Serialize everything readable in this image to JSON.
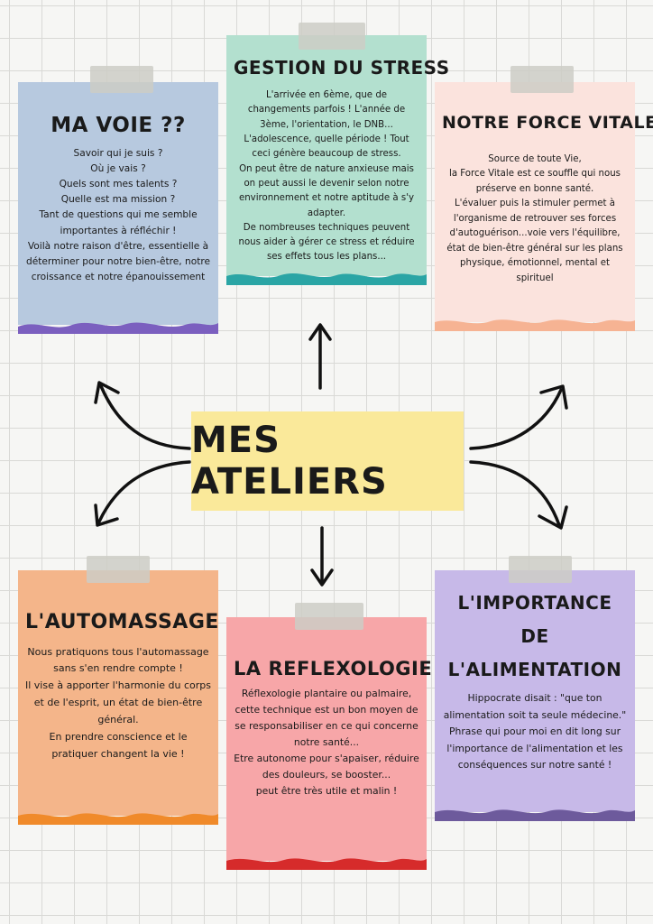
{
  "center": {
    "title": "MES ATELIERS"
  },
  "cards": [
    {
      "id": "ma-voie",
      "title": "MA VOIE ??",
      "body": "Savoir qui je suis ?\nOù je vais ?\nQuels sont mes talents ?\nQuelle est ma mission ?\nTant de questions qui me semble importantes à réfléchir !\nVoilà notre raison d'être, essentielle à déterminer pour notre bien-être, notre croissance et notre épanouissement",
      "color": "#b7c9df",
      "wave_color": "#7b5fbf"
    },
    {
      "id": "gestion-du-stress",
      "title": "GESTION DU STRESS",
      "body": "L'arrivée en 6ème, que de changements parfois ! L'année de 3ème, l'orientation, le DNB... L'adolescence, quelle période ! Tout ceci génère beaucoup de stress.\nOn peut être de nature anxieuse mais on peut aussi le devenir selon notre environnement et notre aptitude à s'y adapter.\nDe nombreuses techniques peuvent nous aider à gérer ce stress et réduire ses effets tous les plans...",
      "color": "#b3e0cf",
      "wave_color": "#2aa5a5"
    },
    {
      "id": "notre-force-vitale",
      "title": "NOTRE FORCE VITALE",
      "body": "Source de toute Vie,\nla Force Vitale est ce souffle qui nous préserve en bonne santé.\nL'évaluer puis la stimuler permet à l'organisme de retrouver ses forces d'autoguérison...voie vers l'équilibre, état de bien-être général sur les plans physique, émotionnel, mental et spirituel",
      "color": "#fbe3dd",
      "wave_color": "#f6b393"
    },
    {
      "id": "l-automassage",
      "title": "L'AUTOMASSAGE",
      "body": "Nous pratiquons tous l'automassage sans s'en rendre compte !\nIl vise à apporter l'harmonie du corps et de l'esprit, un état de bien-être général.\nEn prendre conscience et le pratiquer changent la vie !",
      "color": "#f4b58a",
      "wave_color": "#f08a2a"
    },
    {
      "id": "la-reflexologie",
      "title": "LA REFLEXOLOGIE",
      "body": "Réflexologie plantaire ou palmaire, cette technique est un bon moyen de se responsabiliser en ce qui concerne notre santé...\nEtre autonome pour s'apaiser, réduire des douleurs, se booster...\npeut être très utile et malin !",
      "color": "#f7a6a8",
      "wave_color": "#d62b2b"
    },
    {
      "id": "l-importance-de-l-alimentation",
      "title": "L'IMPORTANCE DE L'ALIMENTATION",
      "body": "Hippocrate disait : \"que ton alimentation soit ta seule médecine.\"\nPhrase qui pour moi en dit long sur l'importance de l'alimentation et les conséquences sur notre santé !",
      "color": "#c7b9e8",
      "wave_color": "#6d5a9c"
    }
  ]
}
